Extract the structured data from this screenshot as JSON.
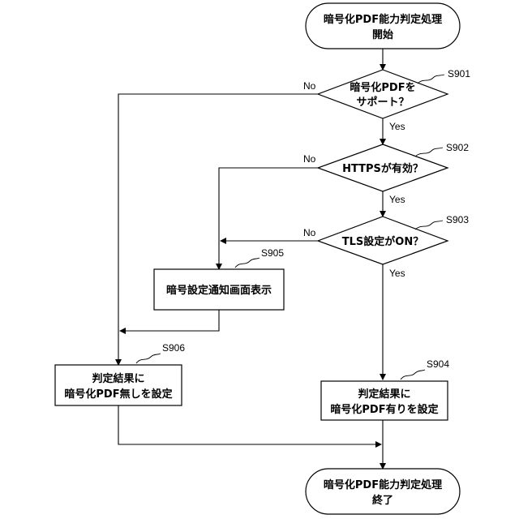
{
  "start": {
    "line1": "暗号化PDF能力判定処理",
    "line2": "開始"
  },
  "end": {
    "line1": "暗号化PDF能力判定処理",
    "line2": "終了"
  },
  "decisions": {
    "s901": {
      "step": "S901",
      "line1": "暗号化PDFを",
      "line2": "サポート？",
      "yes": "Yes",
      "no": "No"
    },
    "s902": {
      "step": "S902",
      "line1": "HTTPSが有効？",
      "yes": "Yes",
      "no": "No"
    },
    "s903": {
      "step": "S903",
      "line1": "TLS設定がON？",
      "yes": "Yes",
      "no": "No"
    }
  },
  "processes": {
    "s904": {
      "step": "S904",
      "line1": "判定結果に",
      "line2": "暗号化PDF有りを設定"
    },
    "s905": {
      "step": "S905",
      "line1": "暗号設定通知画面表示"
    },
    "s906": {
      "step": "S906",
      "line1": "判定結果に",
      "line2": "暗号化PDF無しを設定"
    }
  }
}
